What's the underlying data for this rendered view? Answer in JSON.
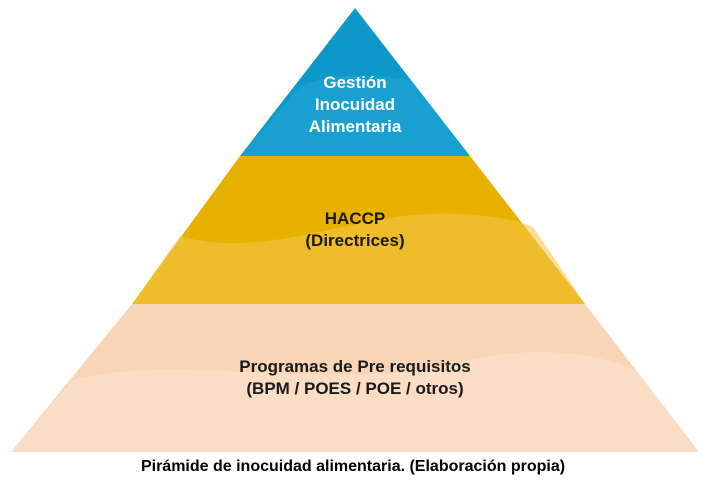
{
  "diagram": {
    "type": "pyramid",
    "tiers": [
      {
        "level": "top",
        "lines": [
          "Gestión",
          "Inocuidad",
          "Alimentaria"
        ],
        "color": "#0e97c9",
        "highlight": "#2cb3dd",
        "text_color": "#ffffff"
      },
      {
        "level": "middle",
        "lines": [
          "HACCP",
          "(Directrices)"
        ],
        "color": "#e8b100",
        "highlight": "#f2c64a",
        "text_color": "#1a1a1a"
      },
      {
        "level": "bottom",
        "lines": [
          "Programas de Pre requisitos",
          "(BPM / POES / POE / otros)"
        ],
        "color": "#f8d5b7",
        "highlight": "#fbe4cf",
        "text_color": "#1a1a1a"
      }
    ]
  },
  "caption": "Pirámide de inocuidad alimentaria. (Elaboración propia)"
}
